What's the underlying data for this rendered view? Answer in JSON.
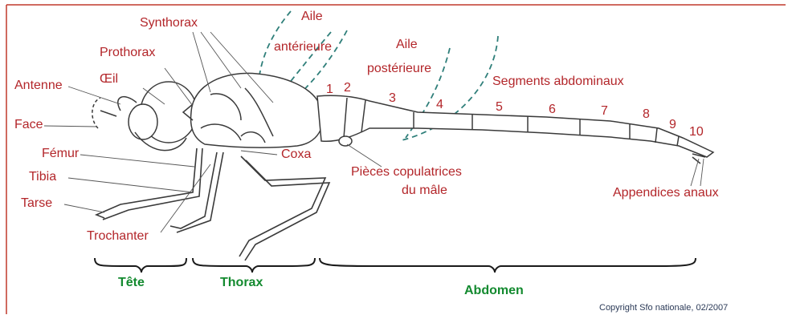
{
  "labels": {
    "synthorax": "Synthorax",
    "aile_anterieure_line1": "Aile",
    "aile_anterieure_line2": "antérieure",
    "aile_posterieure_line1": "Aile",
    "aile_posterieure_line2": "postérieure",
    "prothorax": "Prothorax",
    "oeil": "Œil",
    "antenne": "Antenne",
    "face": "Face",
    "femur": "Fémur",
    "tibia": "Tibia",
    "tarse": "Tarse",
    "trochanter": "Trochanter",
    "coxa": "Coxa",
    "segments_abdominaux": "Segments  abdominaux",
    "pieces_line1": "Pièces copulatrices",
    "pieces_line2": "du mâle",
    "appendices_anaux": "Appendices anaux"
  },
  "segment_numbers": [
    "1",
    "2",
    "3",
    "4",
    "5",
    "6",
    "7",
    "8",
    "9",
    "10"
  ],
  "body_regions": {
    "tete": "Tête",
    "thorax": "Thorax",
    "abdomen": "Abdomen"
  },
  "copyright": "Copyright Sfo nationale, 02/2007",
  "colors": {
    "label_red": "#b3262a",
    "region_green": "#138a2f",
    "wing_teal": "#2f7f7a",
    "frame_red": "#c0392b",
    "outline": "#3a3a3a"
  }
}
